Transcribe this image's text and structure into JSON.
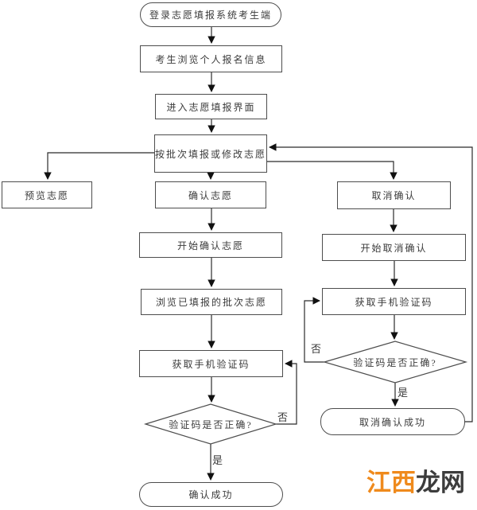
{
  "flowchart": {
    "nodes": {
      "start": "登录志愿填报系统考生端",
      "browse_info": "考生浏览个人报名信息",
      "enter_ui": "进入志愿填报界面",
      "fill_modify": "按批次填报或修改志愿",
      "preview": "预览志愿",
      "confirm": "确认志愿",
      "cancel_confirm": "取消确认",
      "start_confirm": "开始确认志愿",
      "start_cancel": "开始取消确认",
      "browse_filled": "浏览已填报的批次志愿",
      "get_code_mid": "获取手机验证码",
      "get_code_right": "获取手机验证码",
      "code_check_mid": "验证码是否正确?",
      "code_check_right": "验证码是否正确?",
      "confirm_success": "确认成功",
      "cancel_success": "取消确认成功"
    },
    "edge_labels": {
      "yes": "是",
      "no": "否"
    },
    "colors": {
      "line": "#2b2b2b",
      "node_border": "#4d4d4d",
      "text": "#3b3b3b"
    }
  },
  "watermark": {
    "part1": "江西",
    "part2": "龙网",
    "color1": "#ef8a1c",
    "color2": "#3c3c3c"
  }
}
